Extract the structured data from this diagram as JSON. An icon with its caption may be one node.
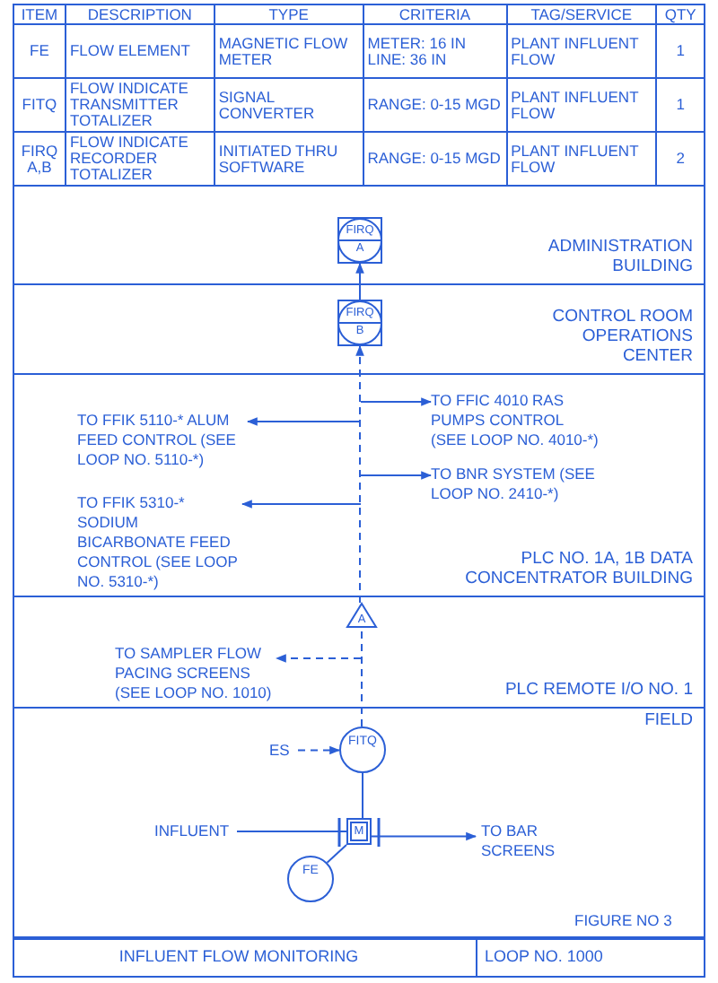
{
  "diagram": {
    "nodes": [
      {
        "text": [
          "ADMINISTRATION BUILDING"
        ]
      },
      {
        "text": [
          "FIRQ",
          "A"
        ],
        "in": 0
      },
      {
        "text": [
          "CONTROL ROOM OPERATIONS CENTER"
        ]
      },
      {
        "text": [
          "FIRQ",
          "B"
        ],
        "in": 2
      },
      {
        "text": [
          "PLC NO. 1A, 1B DATA CONCENTRATOR BUILDING"
        ]
      },
      {
        "text": [
          "TO FFIC 4010 RAS PUMPS CONTROL (SEE LOOP NO. 4010-*)"
        ],
        "in": 4
      },
      {
        "text": [
          "TO FFIK 5110-* ALUM FEED CONTROL (SEE LOOP NO. 5110-*)"
        ],
        "in": 4
      },
      {
        "text": [
          "TO BNR SYSTEM (SEE LOOP NO. 2410-*)"
        ],
        "in": 4
      },
      {
        "text": [
          "TO FFIK 5310-* SODIUM BICARBONATE FEED CONTROL (SEE LOOP NO. 5310-*)"
        ],
        "in": 4
      },
      {
        "text": [
          "PLC REMOTE I/O NO. 1"
        ]
      },
      {
        "text": [
          "A"
        ],
        "in": 9
      },
      {
        "text": [
          "TO SAMPLER FLOW PACING SCREENS (SEE LOOP NO. 1010)"
        ],
        "in": 9
      },
      {
        "text": [
          "FIELD"
        ]
      },
      {
        "text": [
          "FITQ"
        ],
        "in": 12
      },
      {
        "text": [
          "ES"
        ],
        "in": 12
      },
      {
        "text": [
          "INFLUENT"
        ],
        "in": 12
      },
      {
        "text": [
          "M"
        ],
        "in": 12
      },
      {
        "text": [
          "TO BAR SCREENS"
        ],
        "in": 12
      },
      {
        "text": [
          "FE"
        ],
        "in": 12
      }
    ],
    "edges": [
      {
        "from": 13,
        "to": 10,
        "arrow": "none",
        "style": "dashed"
      },
      {
        "from": 10,
        "to": 3,
        "arrow": "to",
        "style": "dashed"
      },
      {
        "from": 3,
        "to": 1,
        "arrow": "to"
      },
      {
        "from": null,
        "to": 5,
        "arrow": "to"
      },
      {
        "from": null,
        "to": 6,
        "arrow": "to"
      },
      {
        "from": null,
        "to": 7,
        "arrow": "to"
      },
      {
        "from": null,
        "to": 8,
        "arrow": "to"
      },
      {
        "from": null,
        "to": 11,
        "arrow": "to",
        "style": "dashed"
      },
      {
        "from": 14,
        "to": 13,
        "arrow": "to",
        "style": "dashed"
      },
      {
        "from": 15,
        "to": 16,
        "arrow": "none"
      },
      {
        "from": 16,
        "to": 17,
        "arrow": "to"
      },
      {
        "from": 16,
        "to": 13,
        "arrow": "none"
      },
      {
        "from": 18,
        "to": 16,
        "arrow": "none"
      }
    ],
    "labels": [
      "ITEM",
      "DESCRIPTION",
      "TYPE",
      "CRITERIA",
      "TAG/SERVICE",
      "QTY",
      "FE",
      "FLOW ELEMENT",
      "MAGNETIC FLOW METER",
      "METER: 16 IN LINE: 36 IN",
      "PLANT INFLUENT FLOW",
      "1",
      "FITQ",
      "FLOW INDICATE TRANSMITTER TOTALIZER",
      "SIGNAL CONVERTER",
      "RANGE: 0-15 MGD",
      "PLANT INFLUENT FLOW",
      "1",
      "FIRQ A,B",
      "FLOW INDICATE RECORDER TOTALIZER",
      "INITIATED THRU SOFTWARE",
      "RANGE: 0-15 MGD",
      "PLANT INFLUENT FLOW",
      "2",
      "FIGURE NO 3",
      "INFLUENT FLOW MONITORING",
      "LOOP NO. 1000"
    ]
  }
}
